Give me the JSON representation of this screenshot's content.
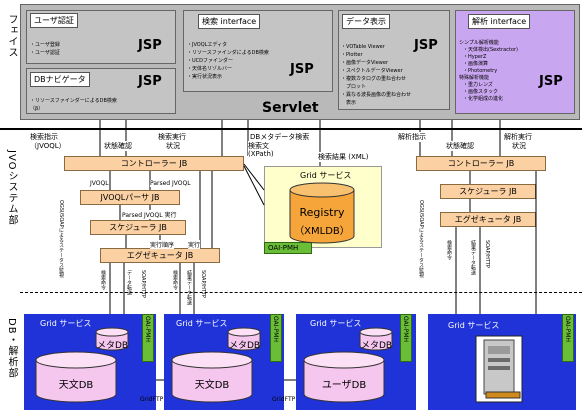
{
  "lanes": {
    "user_interface": "ユーザーインターフェイス",
    "vo_system": "JVOシステム部",
    "db_analysis": "DB・解析部"
  },
  "ui": {
    "auth": {
      "title": "ユーザ認証",
      "jsp": "JSP",
      "items": [
        "・ユーザ登録",
        "・ユーザ認証"
      ]
    },
    "dbnav": {
      "title": "DBナビゲータ",
      "jsp": "JSP",
      "items": [
        "・リソースファインダーによるDB検索",
        "（β）"
      ]
    },
    "search": {
      "title": "検索 interface",
      "jsp": "JSP",
      "items": [
        "・JVOQLエディタ",
        "・リソースファインダによるDB検索",
        "・UCDファインダー",
        "・天体名リゾルバー",
        "・実行状況表示"
      ]
    },
    "display": {
      "title": "データ表示",
      "jsp": "JSP",
      "items": [
        "・VOTable Viewer",
        "・Plotter",
        "・画像データViewer",
        "・スペクトルデータViewer",
        "・複数カタログの重ね合わせ",
        "　プロット",
        "・異なる波長画像の重ね合わせ",
        "　表示"
      ]
    },
    "analysis": {
      "title": "解析 interface",
      "jsp": "JSP",
      "items": [
        "シンプル解析機能",
        "・天体検出(Sextractor)",
        "・HyperZ",
        "・画像演算",
        "・Photometry",
        "特殊解析機能",
        "・重力レンズ",
        "・画像スタック",
        "・化学組成の進化"
      ]
    },
    "servlet": "Servlet"
  },
  "vo": {
    "controller_left": "コントローラー JB",
    "parser": "JVOQLパーサ JB",
    "scheduler_left": "スケジューラ JB",
    "executor_left": "エグゼキュータ JB",
    "controller_right": "コントローラー JB",
    "scheduler_right": "スケジューラ JB",
    "executor_right": "エグゼキュータ JB",
    "grid_service": "Grid サービス",
    "registry": "Registry",
    "xmldb": "（XMLDB）",
    "oai": "OAI-PMH"
  },
  "labels": {
    "search_instr": "検索指示",
    "jvoql": "（JVOQL）",
    "status_check_l": "状態確認",
    "exec_status_l": "検索実行",
    "exec_status_l2": "状況",
    "db_meta_search": "DBメタデータ検索",
    "search_text": "検索文",
    "xpath": "(XPath)",
    "search_result": "検索結果 (XML)",
    "analysis_instr": "解析指示",
    "status_check_r": "状態確認",
    "analysis_exec": "解析実行",
    "analysis_exec2": "状況",
    "jvoql_small": "JVOQL",
    "parsed_jvoql": "Parsed JVOQL",
    "parsed_jvoql_exec": "Parsed JVOQL 実行",
    "routing": "実行順序",
    "exec": "実行",
    "search_order": "検索命令",
    "data_transfer": "結果データ転送",
    "soap_left": "SOAP/HTTP",
    "data_transfer_left": "データ転送",
    "gridftp1": "GridFTP",
    "gridftp2": "GridFTP",
    "oai_vert": "OAI-PMH",
    "status_reg_left": "OGSI/SOAPによるステータス監視",
    "status_reg_right": "OGSI/SOAPによるステータス監視",
    "order_right": "検索命令",
    "soap_right": "SOAP/HTTP",
    "transfer_right": "結果データ転送"
  },
  "db": {
    "grid1": "Grid サービス",
    "grid2": "Grid サービス",
    "grid3": "Grid サービス",
    "grid4": "Grid サービス",
    "meta1": "メタDB",
    "meta2": "メタDB",
    "meta3": "メタDB",
    "db1": "天文DB",
    "db2": "天文DB",
    "db3": "ユーザDB"
  },
  "colors": {
    "gray_panel": "#b9b9b9",
    "jb_peach": "#fbd1a4",
    "grid_blue": "#1f33d9",
    "oai_green": "#69bd37",
    "db_pink": "#f5c6ee",
    "registry_orange": "#f5a53a",
    "analysis_purple": "#c9a6f0",
    "registry_yellow_bg": "#ffffcc"
  }
}
